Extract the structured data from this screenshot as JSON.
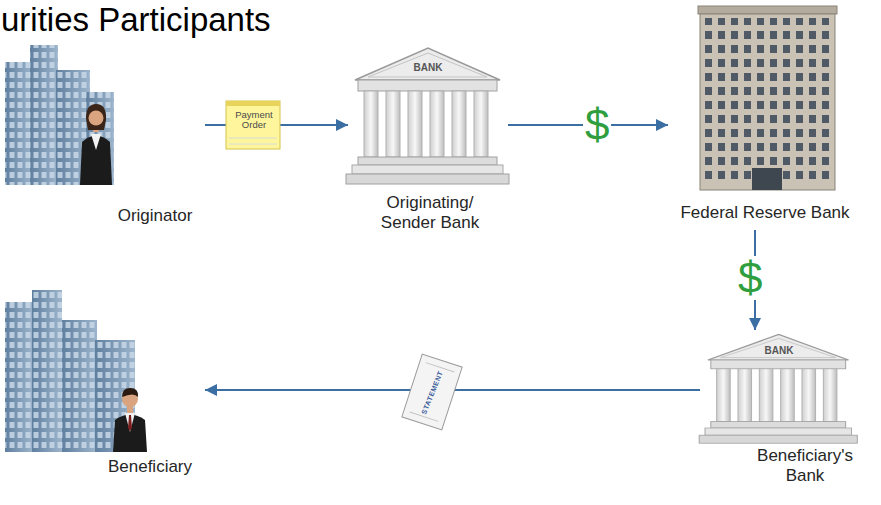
{
  "diagram": {
    "title": "urities Participants",
    "nodes": [
      {
        "text": [
          "Originator"
        ]
      },
      {
        "text": [
          "Originating/ Sender Bank"
        ]
      },
      {
        "text": [
          "Federal Reserve Bank"
        ]
      },
      {
        "text": [
          "Beneficiary's Bank"
        ]
      },
      {
        "text": [
          "Beneficiary"
        ]
      }
    ],
    "edges": [
      {
        "from": 0,
        "to": 1,
        "label": "Payment Order",
        "arrow": "to"
      },
      {
        "from": 1,
        "to": 2,
        "label": "$",
        "arrow": "to"
      },
      {
        "from": 2,
        "to": 3,
        "label": "$",
        "arrow": "to"
      },
      {
        "from": 3,
        "to": 4,
        "label": "STATEMENT",
        "arrow": "to"
      }
    ],
    "labels": [
      "BANK",
      "BANK"
    ]
  }
}
